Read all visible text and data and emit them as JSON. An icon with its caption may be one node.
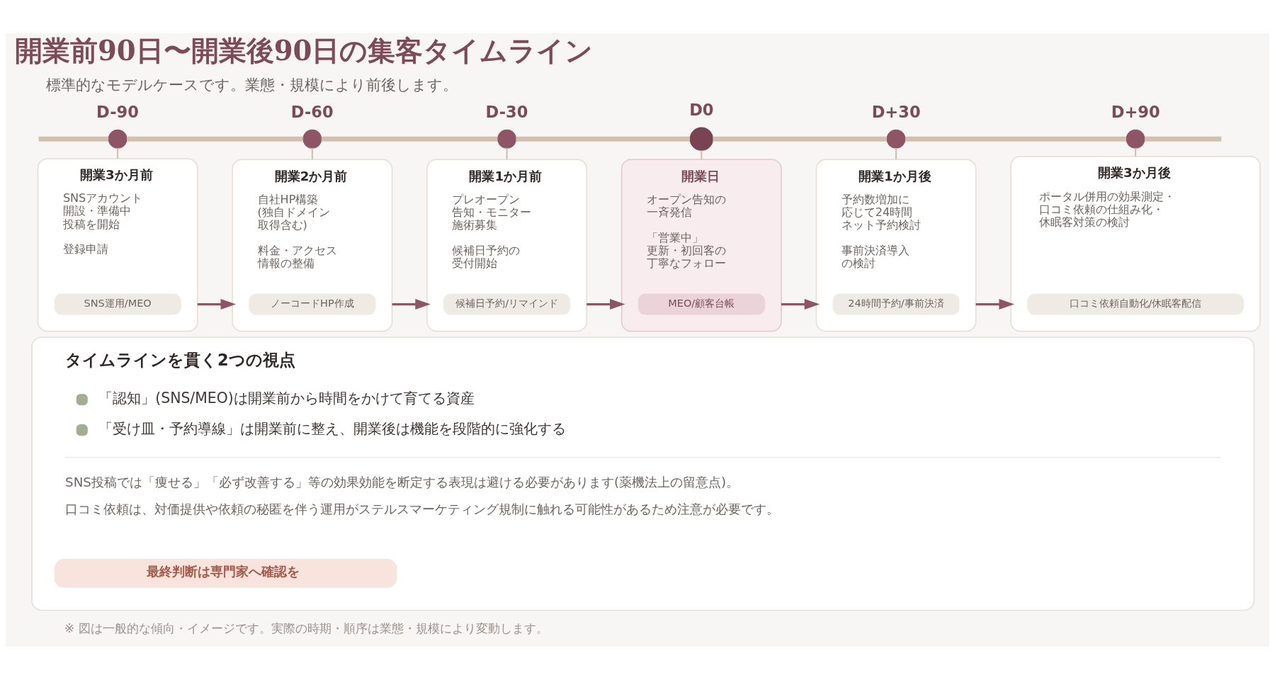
{
  "diagram": {
    "title": "開業前90日〜開業後90日の集客タイムライン",
    "nodes": [
      {
        "text": [
          "D-90"
        ]
      },
      {
        "text": [
          "D-60"
        ]
      },
      {
        "text": [
          "D-30"
        ]
      },
      {
        "text": [
          "D0"
        ]
      },
      {
        "text": [
          "D+30"
        ]
      },
      {
        "text": [
          "D+90"
        ]
      },
      {
        "text": [
          "開業3か月前",
          "SNSアカウント開設・準備中投稿を開始",
          "登録申請"
        ]
      },
      {
        "text": [
          "SNS運用/MEO"
        ],
        "in": 6
      },
      {
        "text": [
          "開業2か月前",
          "自社HP構築(独自ドメイン取得含む)",
          "料金・アクセス情報の整備"
        ]
      },
      {
        "text": [
          "ノーコードHP作成"
        ],
        "in": 8
      },
      {
        "text": [
          "開業1か月前",
          "プレオープン告知・モニター施術募集",
          "候補日予約の受付開始"
        ]
      },
      {
        "text": [
          "候補日予約/リマインド"
        ],
        "in": 10
      },
      {
        "text": [
          "開業日",
          "オープン告知の一斉発信",
          "「営業中」更新・初回客の丁寧なフォロー"
        ]
      },
      {
        "text": [
          "MEO/顧客台帳"
        ],
        "in": 12
      },
      {
        "text": [
          "開業1か月後",
          "予約数増加に応じて24時間ネット予約検討",
          "事前決済導入の検討"
        ]
      },
      {
        "text": [
          "24時間予約/事前決済"
        ],
        "in": 14
      },
      {
        "text": [
          "開業3か月後",
          "ポータル併用の効果測定・口コミ依頼の仕組み化・休眠客対策の検討"
        ]
      },
      {
        "text": [
          "口コミ依頼自動化/休眠客配信"
        ],
        "in": 16
      },
      {
        "text": [
          "タイムラインを貫く2つの視点",
          "「認知」(SNS/MEO)は開業前から時間をかけて育てる資産",
          "「受け皿・予約導線」は開業前に整え、開業後は機能を段階的に強化する",
          "SNS投稿では「痩せる」「必ず改善する」等の効果効能を断定する表現は避ける必要があります(薬機法上の留意点)。",
          "口コミ依頼は、対価提供や依頼の秘匿を伴う運用がステルスマーケティング規制に触れる可能性があるため注意が必要です。"
        ]
      },
      {
        "text": [
          "最終判断は専門家へ確認を"
        ],
        "in": 18
      }
    ],
    "edges": [
      {
        "from": null,
        "to": 0,
        "arrow": "none",
        "style": "thick"
      },
      {
        "from": 0,
        "to": 1,
        "arrow": "none",
        "style": "thick"
      },
      {
        "from": 1,
        "to": 2,
        "arrow": "none",
        "style": "thick"
      },
      {
        "from": 2,
        "to": 3,
        "arrow": "none",
        "style": "thick"
      },
      {
        "from": 3,
        "to": 4,
        "arrow": "none",
        "style": "thick"
      },
      {
        "from": 4,
        "to": 5,
        "arrow": "none",
        "style": "thick"
      },
      {
        "from": 5,
        "to": null,
        "arrow": "none",
        "style": "thick"
      },
      {
        "from": 0,
        "to": 6,
        "arrow": "none"
      },
      {
        "from": 1,
        "to": 8,
        "arrow": "none"
      },
      {
        "from": 2,
        "to": 10,
        "arrow": "none"
      },
      {
        "from": 3,
        "to": 12,
        "arrow": "none"
      },
      {
        "from": 4,
        "to": 14,
        "arrow": "none"
      },
      {
        "from": 5,
        "to": 16,
        "arrow": "none"
      },
      {
        "from": 6,
        "to": 8,
        "arrow": "to",
        "color": "#8e5566"
      },
      {
        "from": 8,
        "to": 10,
        "arrow": "to",
        "color": "#8e5566"
      },
      {
        "from": 10,
        "to": 12,
        "arrow": "to",
        "color": "#8e5566"
      },
      {
        "from": 12,
        "to": 14,
        "arrow": "to",
        "color": "#8e5566"
      },
      {
        "from": 14,
        "to": 16,
        "arrow": "to",
        "color": "#8e5566"
      }
    ],
    "labels": [
      "標準的なモデルケースです。業態・規模により前後します。",
      "※ 図は一般的な傾向・イメージです。実際の時期・順序は業態・規模により変動します。"
    ]
  }
}
